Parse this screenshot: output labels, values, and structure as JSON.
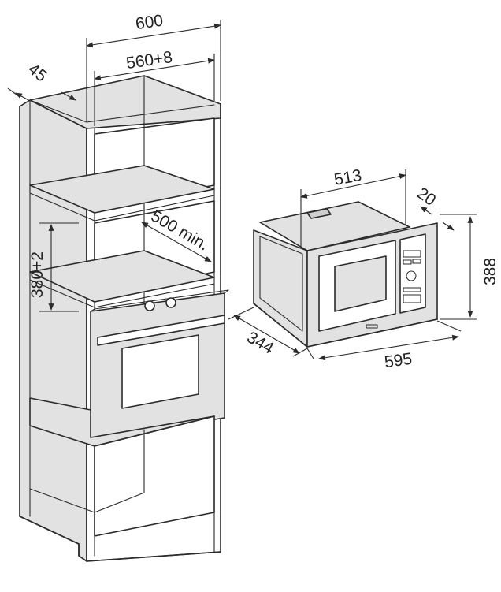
{
  "dimensions": {
    "cabinet_width": "600",
    "niche_width": "560+8",
    "panel_depth": "45",
    "niche_height": "380+2",
    "niche_depth": "500 min.",
    "microwave_top_width": "513",
    "microwave_front_offset": "20",
    "microwave_height": "388",
    "microwave_depth": "344",
    "microwave_width": "595"
  },
  "colors": {
    "line": "#2b2b2b",
    "panel_fill": "#e2e2e2",
    "text": "#222222"
  }
}
